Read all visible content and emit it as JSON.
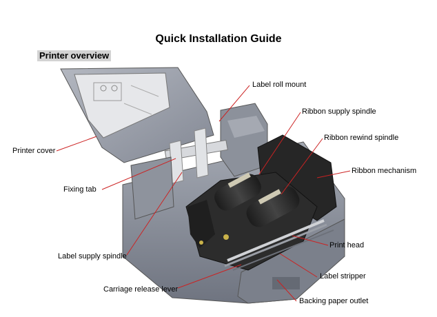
{
  "header": {
    "title": "Quick Installation Guide",
    "section": "Printer overview"
  },
  "callouts": {
    "printer_cover": "Printer cover",
    "fixing_tab": "Fixing tab",
    "label_supply_spindle": "Label supply spindle",
    "carriage_release_lever": "Carriage release lever",
    "label_roll_mount": "Label roll mount",
    "ribbon_supply_spindle": "Ribbon supply spindle",
    "ribbon_rewind_spindle": "Ribbon rewind spindle",
    "ribbon_mechanism": "Ribbon mechanism",
    "print_head": "Print head",
    "label_stripper": "Label stripper",
    "backing_paper_outlet": "Backing paper outlet"
  },
  "colors": {
    "leader_line": "#cc2222",
    "section_bg": "#d3d3d3",
    "printer_body": "#8a8f99",
    "printer_dark": "#2a2a2a"
  }
}
